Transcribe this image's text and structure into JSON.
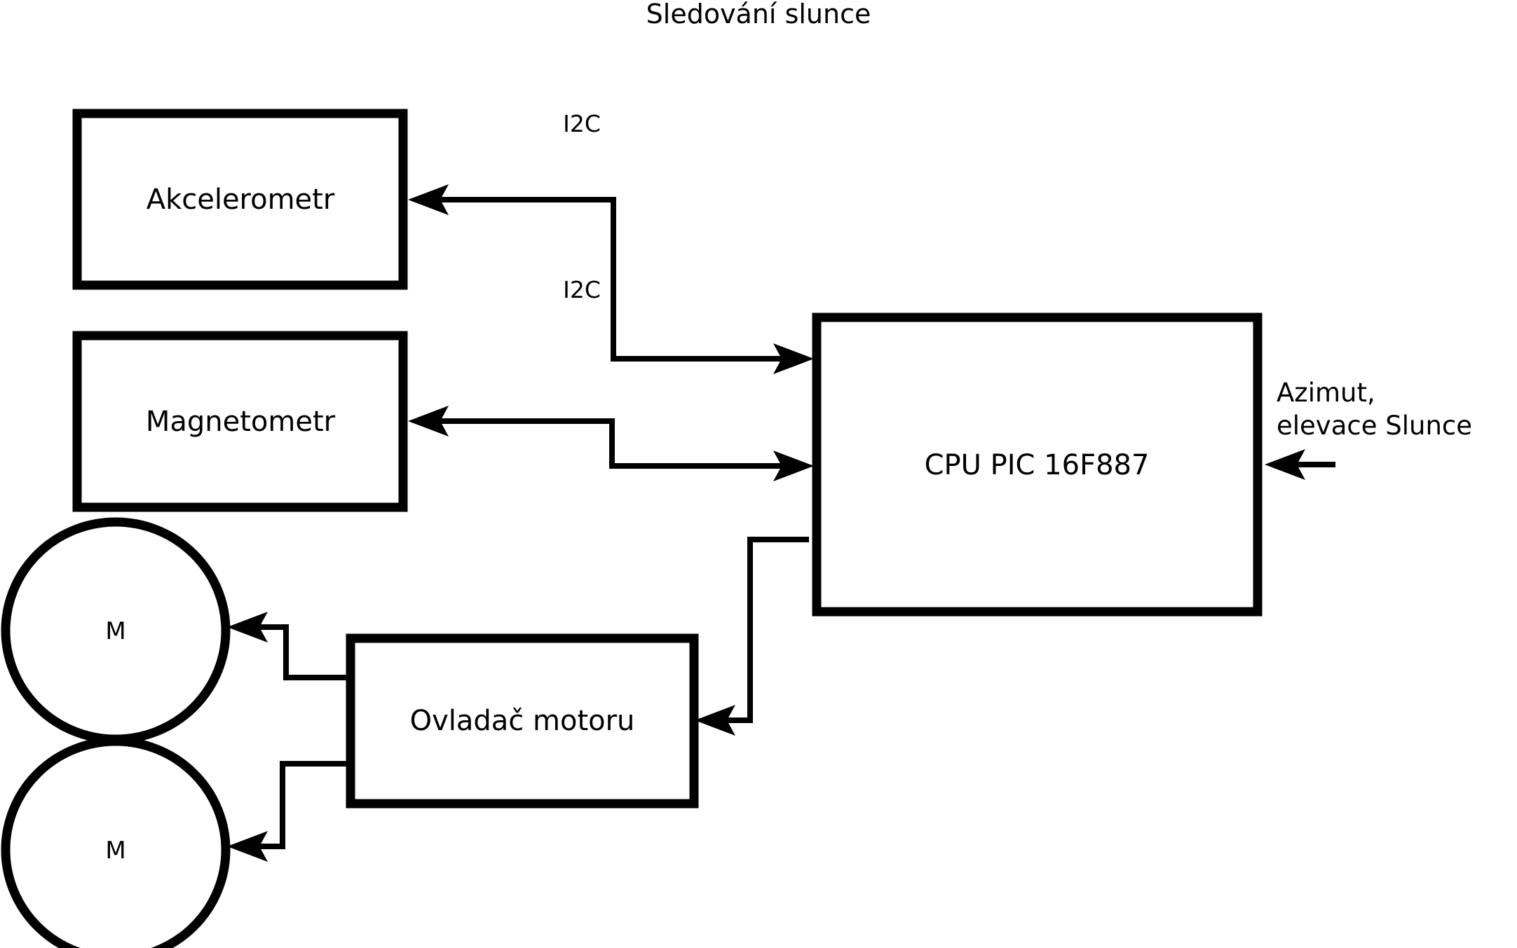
{
  "diagram": {
    "title": "Sledování slunce",
    "blocks": [
      {
        "id": "accelerometer",
        "label": "Akcelerometr",
        "shape": "rect"
      },
      {
        "id": "magnetometer",
        "label": "Magnetometr",
        "shape": "rect"
      },
      {
        "id": "cpu",
        "label": "CPU PIC 16F887",
        "shape": "rect"
      },
      {
        "id": "motor-driver",
        "label": "Ovladač motoru",
        "shape": "rect"
      },
      {
        "id": "motor-1",
        "label": "M",
        "shape": "circle"
      },
      {
        "id": "motor-2",
        "label": "M",
        "shape": "circle"
      }
    ],
    "edge_labels": {
      "i2c_accelerometer": "I2C",
      "i2c_magnetometer": "I2C"
    },
    "io_labels": {
      "sun_input_line1": "Azimut,",
      "sun_input_line2": "elevace Slunce"
    },
    "colors": {
      "background": "#ffffff",
      "stroke": "#000000",
      "text": "#000000"
    }
  }
}
